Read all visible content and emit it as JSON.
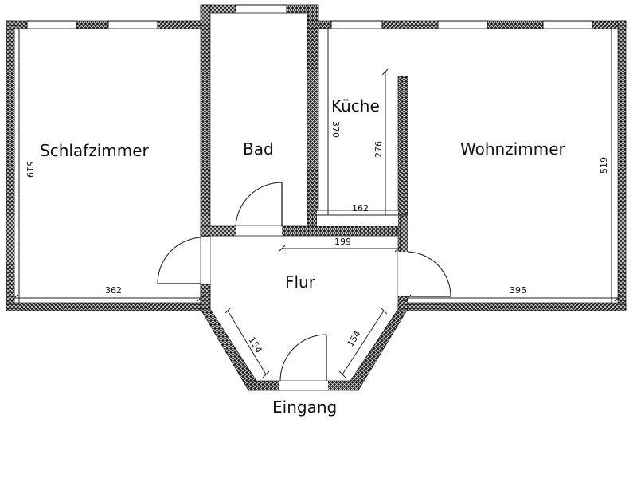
{
  "rooms": {
    "schlafzimmer": "Schlafzimmer",
    "bad": "Bad",
    "kueche": "Küche",
    "wohnzimmer": "Wohnzimmer",
    "flur": "Flur",
    "eingang": "Eingang"
  },
  "dimensions": {
    "schlaf_width": "362",
    "schlaf_height": "519",
    "wohn_width": "395",
    "wohn_height": "519",
    "kueche_height": "370",
    "kueche_inner_height": "276",
    "kueche_width": "162",
    "flur_width": "199",
    "entry_left": "154",
    "entry_right": "154"
  }
}
